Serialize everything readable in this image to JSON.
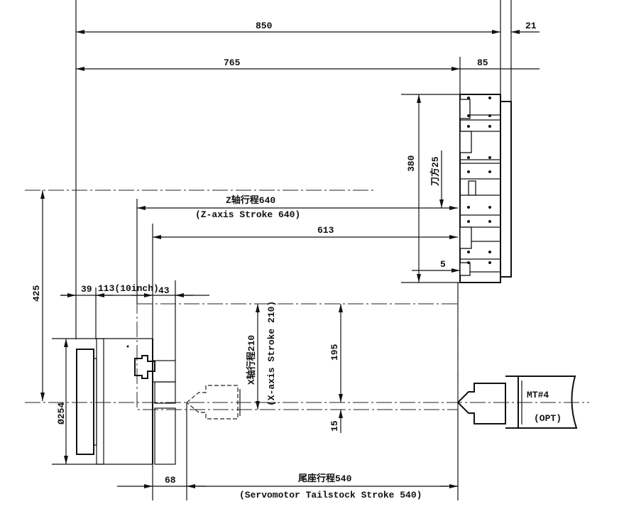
{
  "dimensions": {
    "overall_length": "850",
    "right_offset": "21",
    "turret_distance": "765",
    "turret_width": "85",
    "turret_height": "380",
    "tool_square": "刀方25",
    "z_stroke_cn": "Z轴行程640",
    "z_stroke_en": "(Z-axis Stroke 640)",
    "dim_613": "613",
    "dim_5": "5",
    "dim_425": "425",
    "dim_39": "39",
    "chuck_size": "113(10inch)",
    "dim_43": "43",
    "x_stroke_cn": "X轴行程210",
    "x_stroke_en": "(X-axis Stroke 210)",
    "dim_195": "195",
    "dim_15": "15",
    "chuck_diameter": "Ø254",
    "dim_68": "68",
    "tailstock_stroke_cn": "尾座行程540",
    "tailstock_stroke_en": "(Servomotor Tailstock Stroke 540)",
    "taper": "MT#4",
    "option": "(OPT)"
  }
}
